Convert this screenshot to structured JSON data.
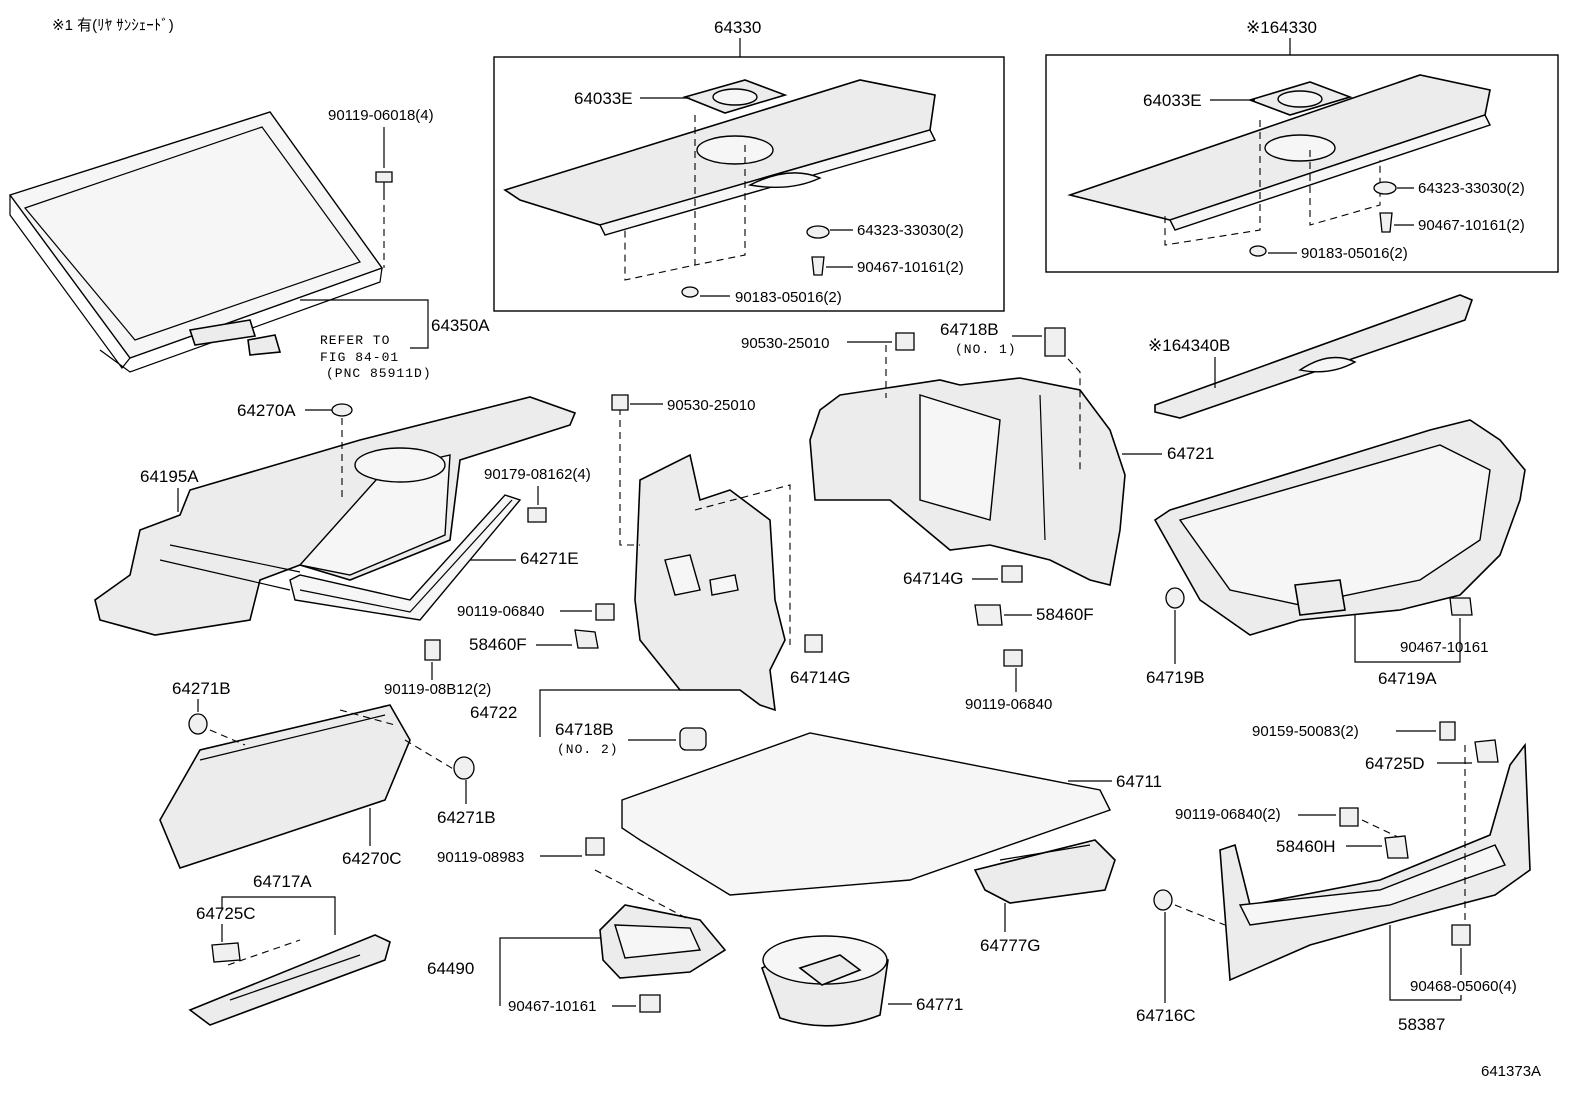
{
  "note": "※1 有(ﾘﾔ ｻﾝｼｪｰﾄﾞ)",
  "drawing_id": "641373A",
  "labels": {
    "l64330": "64330",
    "l164330": "※164330",
    "l64033E_a": "64033E",
    "l64033E_b": "64033E",
    "l64323_a": "64323-33030(2)",
    "l64323_b": "64323-33030(2)",
    "l90467_10161_a": "90467-10161(2)",
    "l90467_10161_b": "90467-10161(2)",
    "l90183_a": "90183-05016(2)",
    "l90183_b": "90183-05016(2)",
    "l90119_06018": "90119-06018(4)",
    "l64350A": "64350A",
    "refer_1": "REFER TO",
    "refer_2": "FIG 84-01",
    "refer_3": "(PNC 85911D)",
    "l64270A": "64270A",
    "l64195A": "64195A",
    "l90179": "90179-08162(4)",
    "l64271E": "64271E",
    "l90119_08B12": "90119-08B12(2)",
    "l90530_a": "90530-25010",
    "l90530_b": "90530-25010",
    "l64718B_no1": "64718B",
    "l64718B_no1_sub": "(NO. 1)",
    "l164340B": "※164340B",
    "l64721": "64721",
    "l90119_06840_a": "90119-06840",
    "l58460F_a": "58460F",
    "l64714G_a": "64714G",
    "l64714G_b": "64714G",
    "l58460F_b": "58460F",
    "l90119_06840_b": "90119-06840",
    "l64719B": "64719B",
    "l90467_10161_c": "90467-10161",
    "l64719A": "64719A",
    "l64722": "64722",
    "l64718B_no2": "64718B",
    "l64718B_no2_sub": "(NO. 2)",
    "l64271B_a": "64271B",
    "l64271B_b": "64271B",
    "l64270C": "64270C",
    "l64711": "64711",
    "l90159": "90159-50083(2)",
    "l64725D": "64725D",
    "l90119_06840_2": "90119-06840(2)",
    "l58460H": "58460H",
    "l64717A": "64717A",
    "l64725C": "64725C",
    "l90119_08983": "90119-08983",
    "l64777G": "64777G",
    "l64490": "64490",
    "l90467_10161_d": "90467-10161",
    "l64771": "64771",
    "l64716C": "64716C",
    "l90468": "90468-05060(4)",
    "l58387": "58387"
  }
}
